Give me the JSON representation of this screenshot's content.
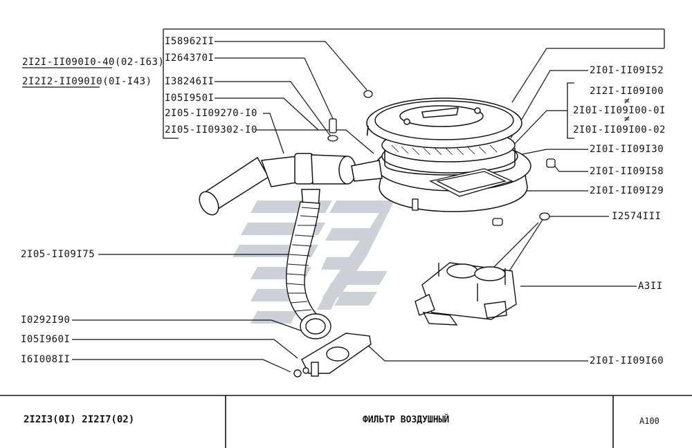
{
  "applicability": [
    {
      "part": "2I2I-II090I0-40",
      "note": "(02-I63)"
    },
    {
      "part": "2I2I2-II090I0",
      "note": "(0I-I43)"
    }
  ],
  "callouts_left": [
    "I58962II",
    "I264370I",
    "I38246II",
    "I05I950I",
    "2I05-II09270-I0",
    "2I05-II09302-I0",
    "2I05-II09I75",
    "I0292I90",
    "I05I960I",
    "I6I008II"
  ],
  "callouts_right": [
    "2I0I-II09I52",
    "2I2I-II09I00",
    "2I0I-II09I00-0I",
    "2I0I-II09I00-02",
    "2I0I-II09I30",
    "2I0I-II09I58",
    "2I0I-II09I29",
    "I2574III",
    "А3II",
    "2I0I-II09I60"
  ],
  "not_equal_sign": "≠",
  "footer": {
    "models": "2I2I3(0I)  2I2I7(02)",
    "title": "ФИЛЬТР   ВОЗДУШНЫЙ",
    "page": "А100"
  },
  "colors": {
    "line": "#111111",
    "watermark": "#c9cdd1"
  }
}
